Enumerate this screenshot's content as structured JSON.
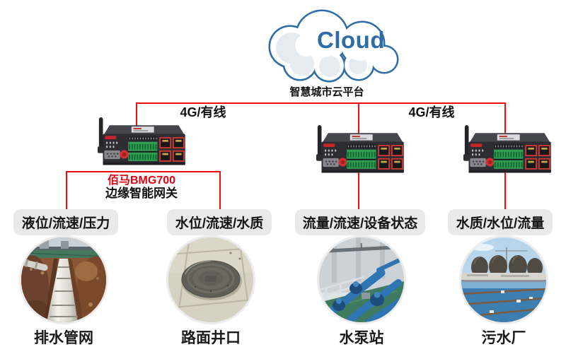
{
  "cloud": {
    "label": "Cloud",
    "platform": "智慧城市云平台"
  },
  "links": {
    "left": "4G/有线",
    "right": "4G/有线"
  },
  "gateway": {
    "brand_model": "佰马BMG700",
    "product_name": "边缘智能网关"
  },
  "sensor_groups": [
    {
      "label": "液位/流速/压力"
    },
    {
      "label": "水位/流速/水质"
    },
    {
      "label": "流量/流速/设备状态"
    },
    {
      "label": "水质/水位/流量"
    }
  ],
  "sites": [
    {
      "label": "排水管网"
    },
    {
      "label": "路面井口"
    },
    {
      "label": "水泵站"
    },
    {
      "label": "污水厂"
    }
  ],
  "icons": {
    "cloud-icon": "☁",
    "gateway-device-icon": "▤",
    "antenna-icon": "¦"
  },
  "colors": {
    "connector_red": "#f30b0b",
    "cloud_blue": "#2d6ca6",
    "brand_red": "#e60012",
    "label_box_gray": "#e9e9e9",
    "terminal_green": "#2f9e52",
    "device_dark": "#2d2d33"
  }
}
